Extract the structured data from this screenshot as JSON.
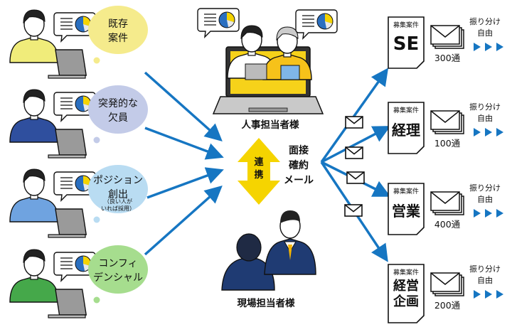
{
  "requests": [
    {
      "label_lines": [
        "既存",
        "案件"
      ],
      "note": "",
      "color": "#f5eb8c",
      "shirt": "#f0ec7a"
    },
    {
      "label_lines": [
        "突発的な",
        "欠員"
      ],
      "note": "",
      "color": "#c3cbe8",
      "shirt": "#2f4f9e"
    },
    {
      "label_lines": [
        "ポジション",
        "創出"
      ],
      "note": "（良い人が\nいれば採用）",
      "color": "#b9dcf2",
      "shirt": "#6fa3e0"
    },
    {
      "label_lines": [
        "コンフィ",
        "デンシャル"
      ],
      "note": "",
      "color": "#a6dd8e",
      "shirt": "#45a84a"
    }
  ],
  "hr": {
    "label": "人事担当者様"
  },
  "field": {
    "label": "現場担当者様"
  },
  "link": {
    "label_chars": [
      "連",
      "携"
    ]
  },
  "interview": {
    "lines": [
      "面接",
      "確約",
      "メール"
    ]
  },
  "outputs": [
    {
      "header": "募集案件",
      "title_lines": [
        "SE"
      ],
      "count": "300通",
      "note_lines": [
        "振り分け",
        "自由"
      ]
    },
    {
      "header": "募集案件",
      "title_lines": [
        "経理"
      ],
      "count": "100通",
      "note_lines": [
        "振り分け",
        "自由"
      ]
    },
    {
      "header": "募集案件",
      "title_lines": [
        "営業"
      ],
      "count": "400通",
      "note_lines": [
        "振り分け",
        "自由"
      ]
    },
    {
      "header": "募集案件",
      "title_lines": [
        "経営",
        "企画"
      ],
      "count": "200通",
      "note_lines": [
        "振り分け",
        "自由"
      ]
    }
  ],
  "colors": {
    "arrow": "#1676c2",
    "sync_arrow": "#f5d400",
    "chart_blue": "#2a6fc0",
    "chart_yellow": "#f5d400"
  }
}
